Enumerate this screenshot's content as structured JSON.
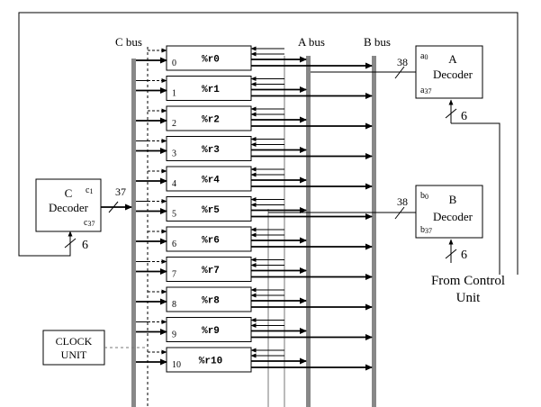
{
  "buses": {
    "c_bus": "C bus",
    "a_bus": "A bus",
    "b_bus": "B bus"
  },
  "registers": [
    {
      "index": "0",
      "name": "%r0"
    },
    {
      "index": "1",
      "name": "%r1"
    },
    {
      "index": "2",
      "name": "%r2"
    },
    {
      "index": "3",
      "name": "%r3"
    },
    {
      "index": "4",
      "name": "%r4"
    },
    {
      "index": "5",
      "name": "%r5"
    },
    {
      "index": "6",
      "name": "%r6"
    },
    {
      "index": "7",
      "name": "%r7"
    },
    {
      "index": "8",
      "name": "%r8"
    },
    {
      "index": "9",
      "name": "%r9"
    },
    {
      "index": "10",
      "name": "%r10"
    }
  ],
  "c_decoder": {
    "letter": "C",
    "word": "Decoder",
    "top_output": "c",
    "top_output_sub": "1",
    "bottom_output": "c",
    "bottom_output_sub": "37",
    "output_width": "37",
    "input_width": "6"
  },
  "a_decoder": {
    "letter": "A",
    "word": "Decoder",
    "top_output": "a",
    "top_output_sub": "0",
    "bottom_output": "a",
    "bottom_output_sub": "37",
    "output_width": "38",
    "input_width": "6"
  },
  "b_decoder": {
    "letter": "B",
    "word": "Decoder",
    "top_output": "b",
    "top_output_sub": "0",
    "bottom_output": "b",
    "bottom_output_sub": "37",
    "output_width": "38",
    "input_width": "6"
  },
  "clock_unit": {
    "line1": "CLOCK",
    "line2": "UNIT"
  },
  "control_unit": {
    "line1": "From Control",
    "line2": "Unit"
  }
}
